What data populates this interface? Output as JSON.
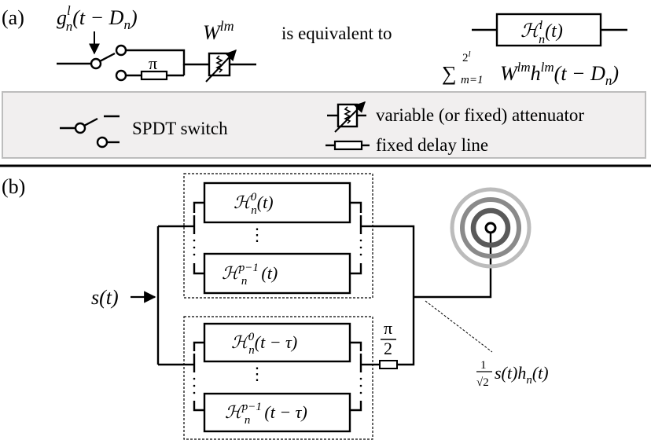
{
  "panel_a": {
    "label": "(a)",
    "switch_control": {
      "g": "g",
      "sup": "l",
      "sub": "n",
      "arg": "(t − D",
      "arg_sub": "n",
      "close": ")"
    },
    "phase_label": "π",
    "attenuator_label": {
      "base": "W",
      "sup": "lm"
    },
    "equivalence_text": "is equivalent to",
    "block_label": {
      "base": "ℋ",
      "sup": "l",
      "sub": "n",
      "arg": "(t)"
    },
    "sum_expression": {
      "sigma": "∑",
      "upper_base": "2",
      "upper_sup": "l",
      "lower": "m=1",
      "w": "W",
      "w_sup": "lm",
      "h": "h",
      "h_sup": "lm",
      "arg": "(t − D",
      "arg_sub": "n",
      "close": ")"
    }
  },
  "legend": {
    "items": [
      {
        "symbol": "spdt-switch",
        "label": "SPDT switch"
      },
      {
        "symbol": "attenuator",
        "label": "variable (or fixed) attenuator"
      },
      {
        "symbol": "delay-line",
        "label": "fixed delay line"
      }
    ],
    "background_color": "#f1efef",
    "border_color": "#bdbdbd"
  },
  "panel_b": {
    "label": "(b)",
    "input_label": "s(t)",
    "upper_group": {
      "blocks": [
        {
          "base": "ℋ",
          "sup": "0",
          "sub": "n",
          "arg": "(t)"
        },
        {
          "base": "ℋ",
          "sup": "p−1",
          "sub": "n",
          "arg": "(t)"
        }
      ],
      "ellipsis": "⋮"
    },
    "lower_group": {
      "blocks": [
        {
          "base": "ℋ",
          "sup": "0",
          "sub": "n",
          "arg": "(t − τ)"
        },
        {
          "base": "ℋ",
          "sup": "p−1",
          "sub": "n",
          "arg": "(t − τ)"
        }
      ],
      "ellipsis": "⋮"
    },
    "phase_shift": {
      "numerator": "π",
      "denominator": "2"
    },
    "output_expression": {
      "num": "1",
      "den": "√2",
      "body": "s(t)h",
      "sub": "n",
      "close": "(t)"
    },
    "antenna_ring_colors": [
      "#5a5a5a",
      "#8a8a8a",
      "#bcbcbc"
    ]
  }
}
